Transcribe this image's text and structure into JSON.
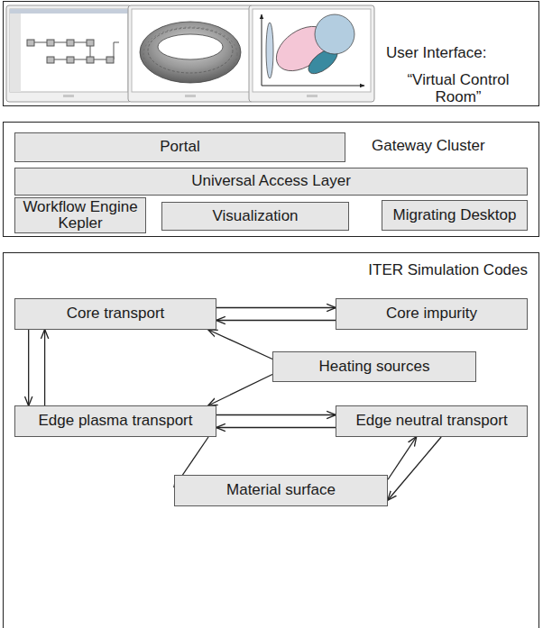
{
  "diagram": {
    "nodes": [
      {
        "text": [
          "User Interface:",
          "“Virtual Control Room”"
        ]
      },
      {
        "text": [
          "Gateway Cluster"
        ]
      },
      {
        "text": [
          "Portal"
        ],
        "in": 1
      },
      {
        "text": [
          "Universal Access Layer"
        ],
        "in": 1
      },
      {
        "text": [
          "Workflow Engine Kepler"
        ],
        "in": 1
      },
      {
        "text": [
          "Visualization"
        ],
        "in": 1
      },
      {
        "text": [
          "Migrating Desktop"
        ],
        "in": 1
      },
      {
        "text": [
          "ITER Simulation Codes"
        ]
      },
      {
        "text": [
          "Core transport"
        ],
        "in": 7
      },
      {
        "text": [
          "Core impurity"
        ],
        "in": 7
      },
      {
        "text": [
          "Heating sources"
        ],
        "in": 7
      },
      {
        "text": [
          "Edge plasma transport"
        ],
        "in": 7
      },
      {
        "text": [
          "Edge neutral transport"
        ],
        "in": 7
      },
      {
        "text": [
          "Material surface"
        ],
        "in": 7
      }
    ],
    "edges": [
      {
        "from": 8,
        "to": 9,
        "arrow": "to"
      },
      {
        "from": 9,
        "to": 8,
        "arrow": "to"
      },
      {
        "from": 8,
        "to": 11,
        "arrow": "to"
      },
      {
        "from": 11,
        "to": 8,
        "arrow": "to"
      },
      {
        "from": 10,
        "to": 8,
        "arrow": "to"
      },
      {
        "from": 10,
        "to": 11,
        "arrow": "to"
      },
      {
        "from": 11,
        "to": 12,
        "arrow": "to"
      },
      {
        "from": 12,
        "to": 11,
        "arrow": "to"
      },
      {
        "from": 11,
        "to": 13,
        "arrow": "to"
      },
      {
        "from": 13,
        "to": 12,
        "arrow": "to"
      },
      {
        "from": 12,
        "to": 13,
        "arrow": "to"
      }
    ]
  }
}
